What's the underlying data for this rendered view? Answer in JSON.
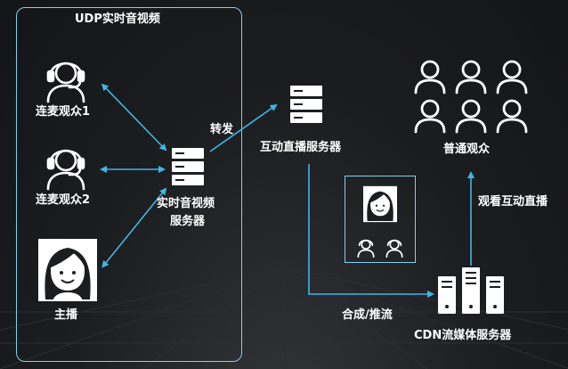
{
  "udp_box": {
    "title": "UDP实时音视频"
  },
  "nodes": {
    "viewer1": "连麦观众1",
    "viewer2": "连麦观众2",
    "host": "主播",
    "rt_server_line1": "实时音视频",
    "rt_server_line2": "服务器",
    "interactive_server": "互动直播服务器",
    "audience": "普通观众",
    "cdn_server": "CDN流媒体服务器"
  },
  "edges": {
    "forward": "转发",
    "mix_push": "合成/推流",
    "watch": "观看互动直播"
  },
  "colors": {
    "line": "#3fb6ea",
    "box_border": "#7fd0f0",
    "text": "#ffffff",
    "background": "#1c1d1f"
  }
}
